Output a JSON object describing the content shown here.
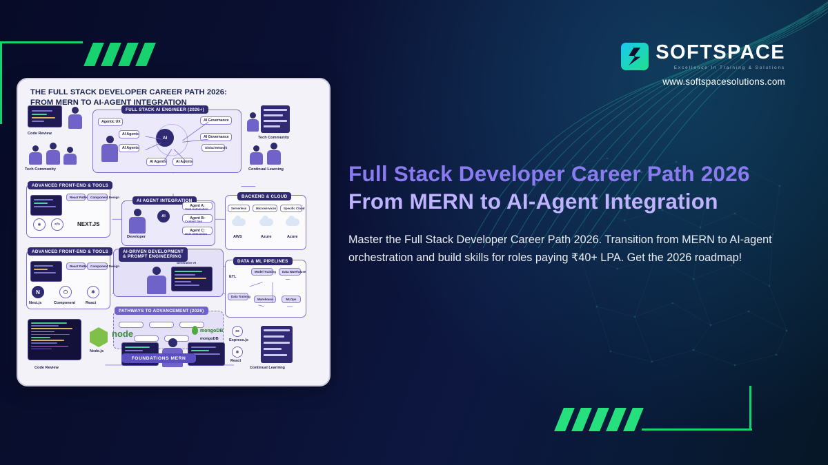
{
  "brand": {
    "name": "SOFTSPACE",
    "tagline": "Excellence In Training & Solutions",
    "url": "www.softspacesolutions.com",
    "accent_green": "#18d16f",
    "accent_cyan": "#19c9f5"
  },
  "copy": {
    "headline_line1": "Full Stack Developer Career Path 2026",
    "headline_line2": "From MERN to AI-Agent Integration",
    "subtext": "Master the Full Stack Developer Career Path 2026. Transition from MERN to AI-agent orchestration and build skills for roles paying ₹40+ LPA. Get the 2026 roadmap!",
    "headline_color_1": "#8b7bf0",
    "headline_color_2": "#bfb3ff"
  },
  "infographic": {
    "title_line1": "THE FULL STACK DEVELOPER CAREER PATH 2026:",
    "title_line2": "FROM MERN TO AI-AGENT INTEGRATION",
    "panels": {
      "fullstack_ai_engineer": {
        "header": "FULL STACK AI ENGINEER (2026+)",
        "center_node": "AI",
        "tags": [
          "Agentic UX",
          "AI Agents",
          "AI Agents",
          "AI Agents",
          "AI Agents",
          "AI Governance",
          "AI Governance",
          "Global Network"
        ]
      },
      "ai_agent_integration": {
        "header": "AI AGENT INTEGRATION",
        "center_node": "AI",
        "label_developer": "Developer",
        "agents": [
          {
            "name": "Agent A:",
            "role": "Task Automation"
          },
          {
            "name": "Agent B:",
            "role": "Content Gen"
          },
          {
            "name": "Agent C:",
            "role": "User Interaction"
          }
        ]
      },
      "ai_driven_dev": {
        "header_line1": "AI-DRIVEN DEVELOPMENT",
        "header_line2": "& PROMPT ENGINEERING",
        "note": "Generative AI"
      },
      "advanced_frontend_top": {
        "header": "ADVANCED FRONT-END & TOOLS",
        "tags": [
          "React Patterns",
          "Component Design",
          "NEXT.JS"
        ]
      },
      "advanced_frontend_bottom": {
        "header": "ADVANCED FRONT-END & TOOLS",
        "tags": [
          "React Patterns",
          "Component Design",
          "Next.js",
          "Component",
          "React"
        ]
      },
      "backend_cloud": {
        "header": "BACKEND & CLOUD",
        "tags": [
          "Serverless",
          "Microservices",
          "Specific Cloud",
          "AWS",
          "Azure",
          "Azure"
        ]
      },
      "data_ml": {
        "header": "DATA & ML PIPELINES",
        "tags": [
          "ETL",
          "Model Training",
          "Data Warehouse",
          "Data Training",
          "Warehouse",
          "MLOps"
        ]
      },
      "pathways": {
        "header": "PATHWAYS TO ADVANCEMENT (2026)"
      },
      "foundations": {
        "band": "FOUNDATIONS MERN",
        "stack": [
          "Node.js",
          "mongoDB",
          "Express.js",
          "React"
        ]
      }
    },
    "side_labels": {
      "code_review_top": "Code Review",
      "tech_community_left": "Tech Community",
      "tech_community_right": "Tech Community",
      "continual_learning_right": "Continual Learning",
      "code_review_bottom": "Code Review",
      "continual_learning_bottom": "Continual Learning"
    }
  }
}
